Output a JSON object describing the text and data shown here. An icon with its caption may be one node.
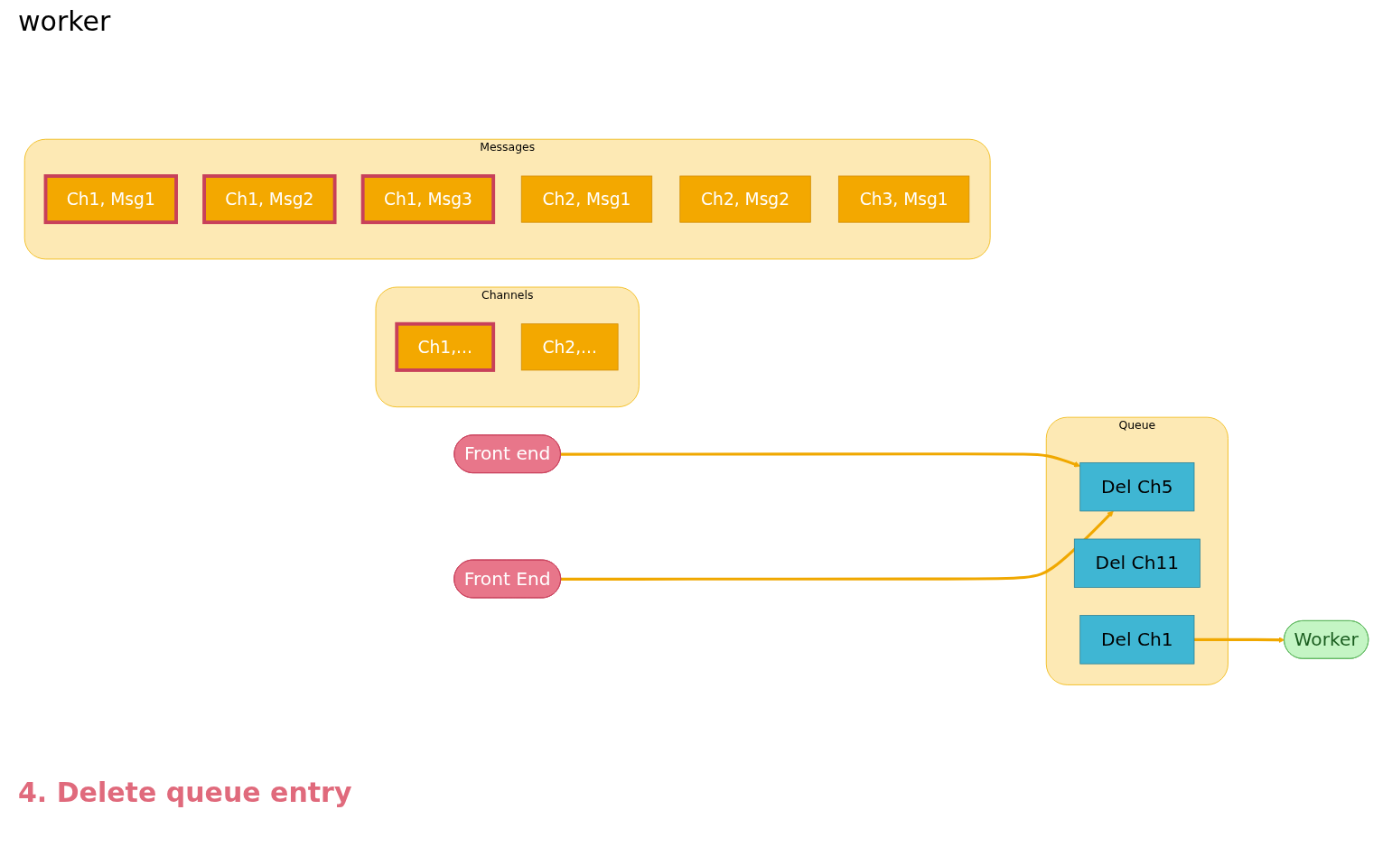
{
  "diagram": {
    "nodes": [
      {
        "text": [
          "Front end"
        ]
      },
      {
        "text": [
          "Queue"
        ]
      },
      {
        "text": [
          "Del Ch5"
        ],
        "in": 1
      },
      {
        "text": [
          "Del Ch11"
        ],
        "in": 1
      },
      {
        "text": [
          "Del Ch1"
        ],
        "in": 1
      },
      {
        "text": [
          "Worker"
        ]
      },
      {
        "text": [
          "Front End"
        ]
      },
      {
        "text": [
          "Channels"
        ]
      },
      {
        "text": [
          "Ch1,..."
        ],
        "in": 7
      },
      {
        "text": [
          "Ch2,..."
        ],
        "in": 7
      },
      {
        "text": [
          "Messages"
        ]
      },
      {
        "text": [
          "Ch1, Msg1"
        ],
        "in": 10
      },
      {
        "text": [
          "Ch1, Msg2"
        ],
        "in": 10
      },
      {
        "text": [
          "Ch1, Msg3"
        ],
        "in": 10
      },
      {
        "text": [
          "Ch2, Msg1"
        ],
        "in": 10
      },
      {
        "text": [
          "Ch2, Msg2"
        ],
        "in": 10
      },
      {
        "text": [
          "Ch3, Msg1"
        ],
        "in": 10
      }
    ],
    "edges": [
      {
        "from": 0,
        "to": 2,
        "arrow": "to"
      },
      {
        "from": 6,
        "to": 2,
        "arrow": "to"
      },
      {
        "from": 4,
        "to": 5,
        "arrow": "to"
      }
    ],
    "labels": [
      "worker",
      "4. Delete queue entry"
    ]
  }
}
